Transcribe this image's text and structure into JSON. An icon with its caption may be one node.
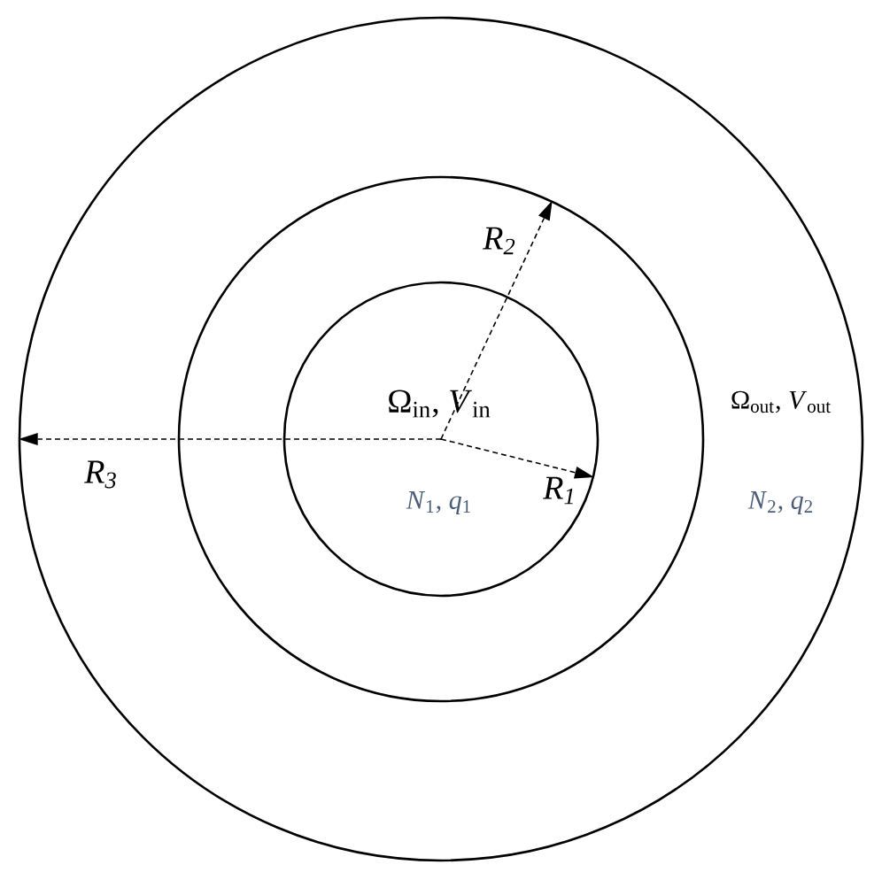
{
  "diagram": {
    "nodes": [
      {
        "text": [
          "Ω$_{out}$, *V*$_{out}$",
          "*N*$_{2}$, *q*$_{2}$"
        ]
      },
      {
        "text": [],
        "shape": "circle",
        "in": 0
      },
      {
        "text": [
          "Ω$_{in}$, *V*$_{in}$",
          "*N*$_{1}$, *q*$_{1}$"
        ],
        "in": 1
      },
      {
        "text": [],
        "shape": "point",
        "in": 2
      }
    ],
    "edges": [
      {
        "from": 3,
        "to": 2,
        "arrow": "to",
        "style": "dashed",
        "label": "R$_{1}$"
      },
      {
        "from": 3,
        "to": 1,
        "arrow": "to",
        "style": "dashed",
        "label": "R$_{2}$"
      },
      {
        "from": 3,
        "to": 0,
        "arrow": "to",
        "style": "dashed",
        "label": "R$_{3}$"
      }
    ]
  }
}
